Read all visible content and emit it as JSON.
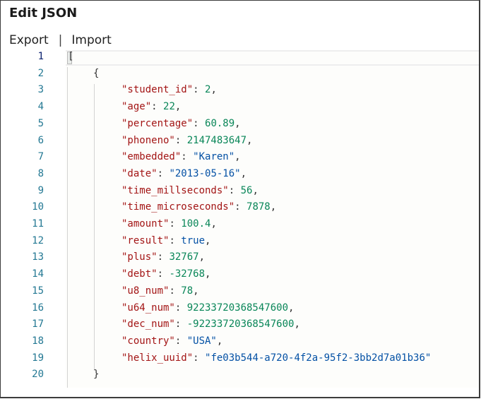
{
  "window": {
    "title": "Edit JSON"
  },
  "menu": {
    "export_label": "Export",
    "separator": "|",
    "import_label": "Import"
  },
  "editor": {
    "line_numbers": [
      "1",
      "2",
      "3",
      "4",
      "5",
      "6",
      "7",
      "8",
      "9",
      "10",
      "11",
      "12",
      "13",
      "14",
      "15",
      "16",
      "17",
      "18",
      "19",
      "20"
    ],
    "active_line": 1,
    "open_bracket": "[",
    "open_brace": "{",
    "close_brace": "}",
    "entries": [
      {
        "key": "\"student_id\"",
        "value": "2",
        "type": "number",
        "comma": ","
      },
      {
        "key": "\"age\"",
        "value": "22",
        "type": "number",
        "comma": ","
      },
      {
        "key": "\"percentage\"",
        "value": "60.89",
        "type": "number",
        "comma": ","
      },
      {
        "key": "\"phoneno\"",
        "value": "2147483647",
        "type": "number",
        "comma": ","
      },
      {
        "key": "\"embedded\"",
        "value": "\"Karen\"",
        "type": "string",
        "comma": ","
      },
      {
        "key": "\"date\"",
        "value": "\"2013-05-16\"",
        "type": "string",
        "comma": ","
      },
      {
        "key": "\"time_millseconds\"",
        "value": "56",
        "type": "number",
        "comma": ","
      },
      {
        "key": "\"time_microseconds\"",
        "value": "7878",
        "type": "number",
        "comma": ","
      },
      {
        "key": "\"amount\"",
        "value": "100.4",
        "type": "number",
        "comma": ","
      },
      {
        "key": "\"result\"",
        "value": "true",
        "type": "boolean",
        "comma": ","
      },
      {
        "key": "\"plus\"",
        "value": "32767",
        "type": "number",
        "comma": ","
      },
      {
        "key": "\"debt\"",
        "value": "-32768",
        "type": "number",
        "comma": ","
      },
      {
        "key": "\"u8_num\"",
        "value": "78",
        "type": "number",
        "comma": ","
      },
      {
        "key": "\"u64_num\"",
        "value": "92233720368547600",
        "type": "number",
        "comma": ","
      },
      {
        "key": "\"dec_num\"",
        "value": "-92233720368547600",
        "type": "number",
        "comma": ","
      },
      {
        "key": "\"country\"",
        "value": "\"USA\"",
        "type": "string",
        "comma": ","
      },
      {
        "key": "\"helix_uuid\"",
        "value": "\"fe03b544-a720-4f2a-95f2-3bb2d7a01b36\"",
        "type": "string",
        "comma": ""
      }
    ]
  },
  "colors": {
    "key": "#a31515",
    "number": "#098658",
    "string": "#0451a5",
    "line_number": "#237893"
  }
}
